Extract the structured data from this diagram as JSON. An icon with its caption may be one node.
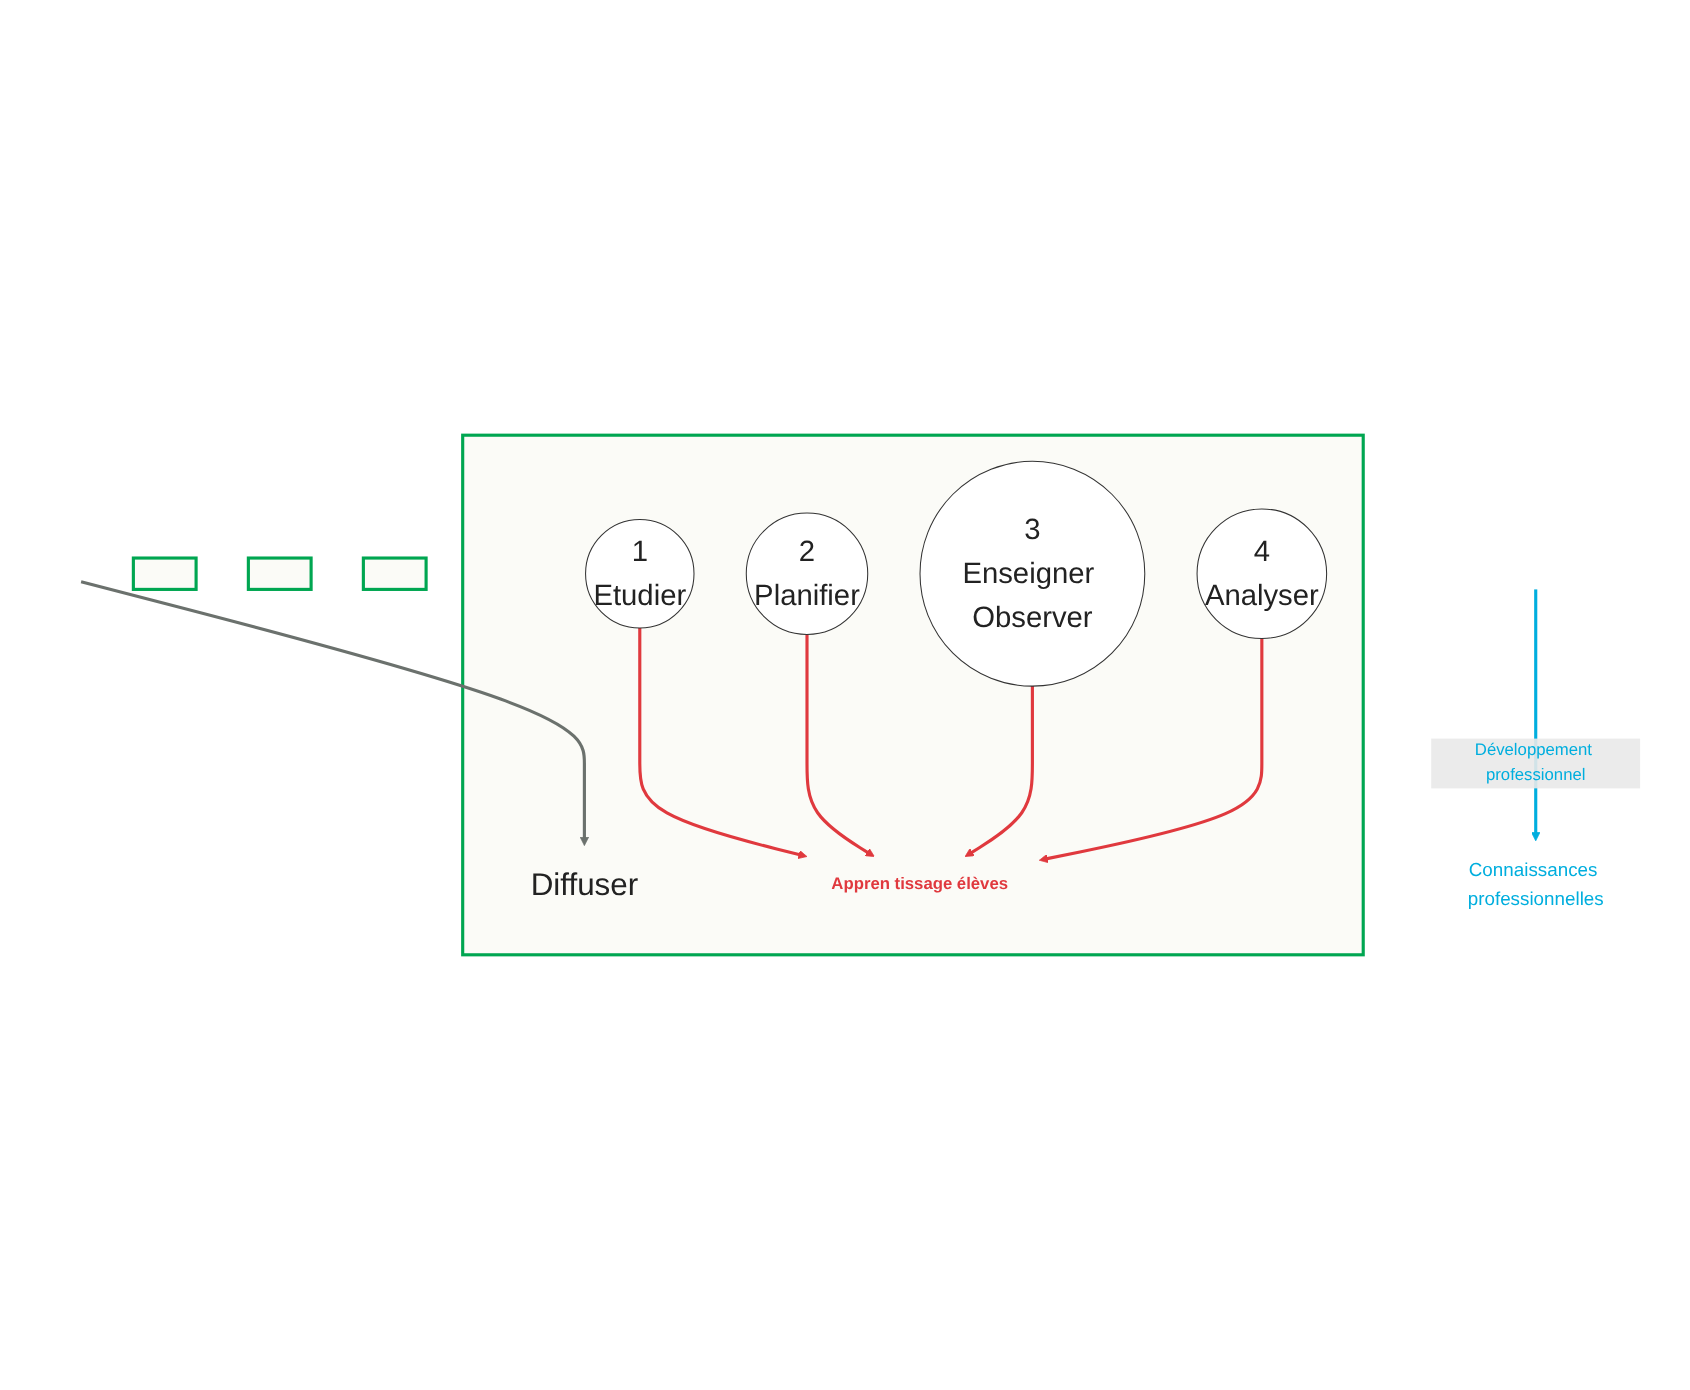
{
  "diagram": {
    "nodes": [
      {
        "text": [],
        "shape": "box"
      },
      {
        "text": [
          "Diffuser"
        ],
        "in": 0
      },
      {
        "text": [
          "1",
          "Etudier"
        ],
        "in": 0
      },
      {
        "text": [
          "2",
          "Planifier"
        ],
        "in": 0
      },
      {
        "text": [
          "3",
          "Enseigner Observer"
        ],
        "in": 0
      },
      {
        "text": [
          "4",
          "Analyser"
        ],
        "in": 0
      },
      {
        "text": [
          "Appren tissage élèves"
        ],
        "in": 0
      },
      {
        "text": [
          "Connaissances professionnelles"
        ]
      },
      {
        "text": [],
        "shape": "box"
      },
      {
        "text": [],
        "shape": "box"
      },
      {
        "text": [],
        "shape": "box"
      }
    ],
    "edges": [
      {
        "from": null,
        "to": 1,
        "arrow": "to",
        "color": "#6b716d"
      },
      {
        "from": 2,
        "to": 6,
        "arrow": "to"
      },
      {
        "from": 3,
        "to": 6,
        "arrow": "to"
      },
      {
        "from": 4,
        "to": 6,
        "arrow": "to"
      },
      {
        "from": 5,
        "to": 6,
        "arrow": "to"
      },
      {
        "from": null,
        "to": 7,
        "arrow": "to",
        "label": "Développement professionnel",
        "color": "#00aede"
      }
    ]
  }
}
